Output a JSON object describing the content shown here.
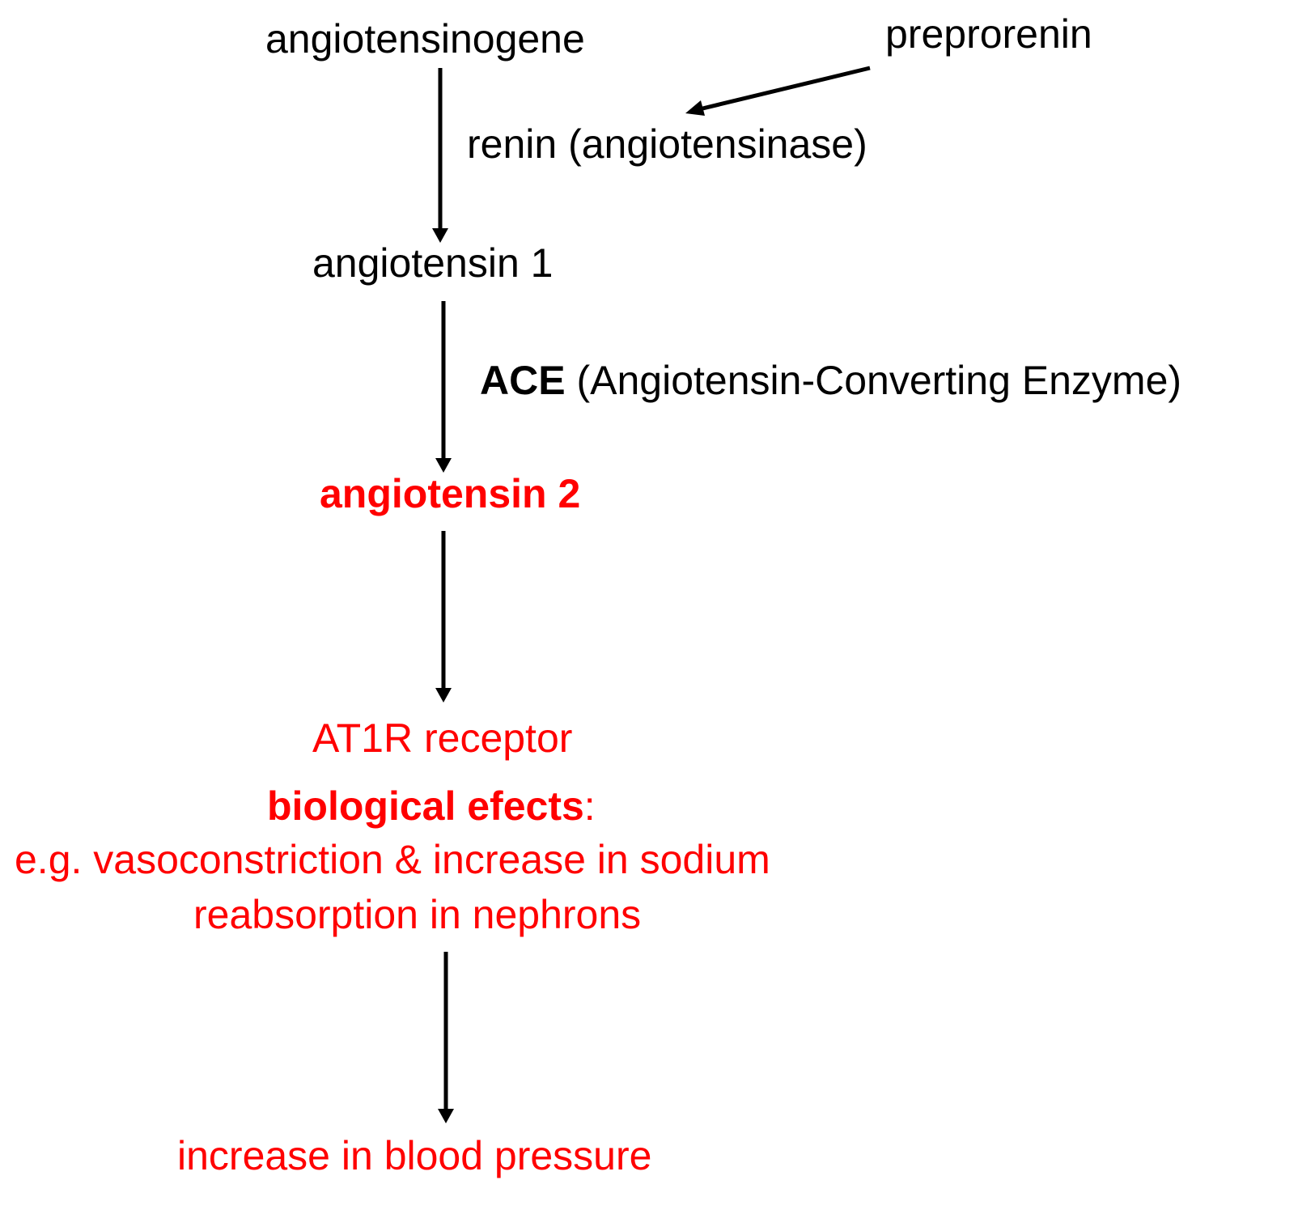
{
  "colors": {
    "text": "#000000",
    "highlight": "#ff0000",
    "arrow": "#000000"
  },
  "nodes": {
    "angiotensinogene": "angiotensinogene",
    "preprorenin": "preprorenin",
    "renin": "renin (angiotensinase)",
    "angiotensin1": "angiotensin 1",
    "ace_abbrev": "ACE",
    "ace_full": "(Angiotensin-Converting Enzyme)",
    "angiotensin2": "angiotensin 2",
    "at1r": "AT1R receptor",
    "effects_heading": "biological efects",
    "effects_colon": ":",
    "effects_line1": "e.g. vasoconstriction & increase in sodium",
    "effects_line2": "reabsorption in nephrons",
    "outcome": "increase in blood pressure"
  }
}
